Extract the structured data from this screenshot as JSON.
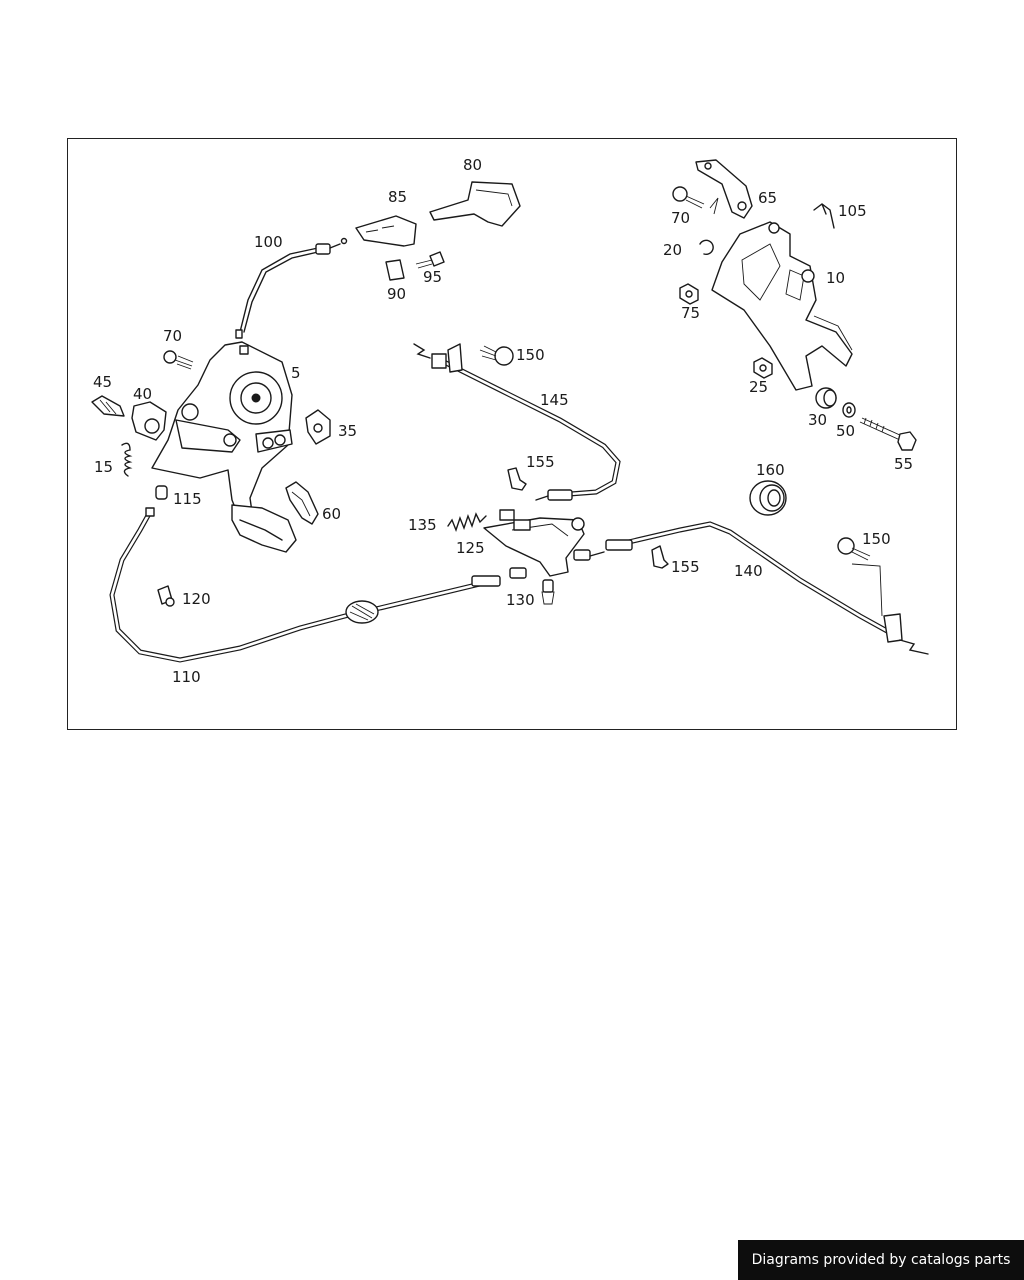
{
  "footer": {
    "text": "Diagrams provided by catalogs parts"
  },
  "labels": {
    "p5": "5",
    "p10": "10",
    "p15": "15",
    "p20": "20",
    "p25": "25",
    "p30": "30",
    "p35": "35",
    "p40": "40",
    "p45": "45",
    "p50": "50",
    "p55": "55",
    "p60": "60",
    "p65": "65",
    "p70a": "70",
    "p70b": "70",
    "p75": "75",
    "p80": "80",
    "p85": "85",
    "p90": "90",
    "p95": "95",
    "p100": "100",
    "p105": "105",
    "p110": "110",
    "p115": "115",
    "p120": "120",
    "p125": "125",
    "p130": "130",
    "p135": "135",
    "p140": "140",
    "p145": "145",
    "p150a": "150",
    "p150b": "150",
    "p155a": "155",
    "p155b": "155",
    "p160": "160"
  }
}
